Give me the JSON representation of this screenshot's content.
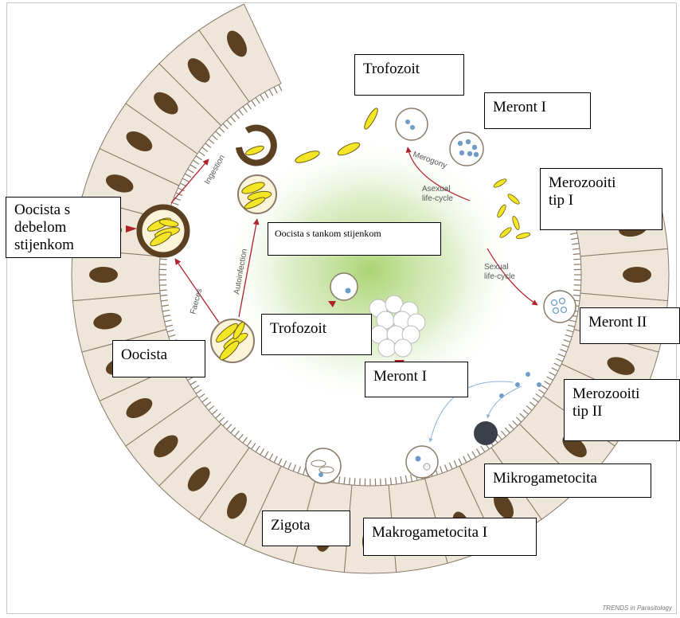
{
  "labels": {
    "trofozoit_top": "Trofozoit",
    "meront_i_top": "Meront I",
    "merozooiti_tip_i": "Merozooiti\ntip I",
    "oocista_debelom": "Oocista s\ndebelom\nstijenkom",
    "oocista_tankom": "Oocista s tankom stijenkom",
    "meront_ii": "Meront II",
    "trofozoit_center": "Trofozoit",
    "oocista": "Oocista",
    "meront_i_center": "Meront I",
    "merozooiti_tip_ii": "Merozooiti\ntip II",
    "mikrogametocita": "Mikrogametocita",
    "zigota": "Zigota",
    "makrogametocita": "Makrogametocita I"
  },
  "diagram_text": {
    "ingestion": "Ingestion",
    "faeces": "Faeces",
    "autoinfection": "Autoinfection",
    "merogony": "Merogony",
    "asexual": "Asexual\nlife-cycle",
    "sexual": "Sexual\nlife-cycle"
  },
  "credit": "TRENDS in Parasitology",
  "colors": {
    "cell_fill": "#efe6da",
    "cell_stroke": "#8a7a68",
    "nucleus": "#5b4022",
    "parasite_yellow": "#f2e626",
    "green_glow": "#a9d46a",
    "arrow_red": "#b0212b"
  }
}
